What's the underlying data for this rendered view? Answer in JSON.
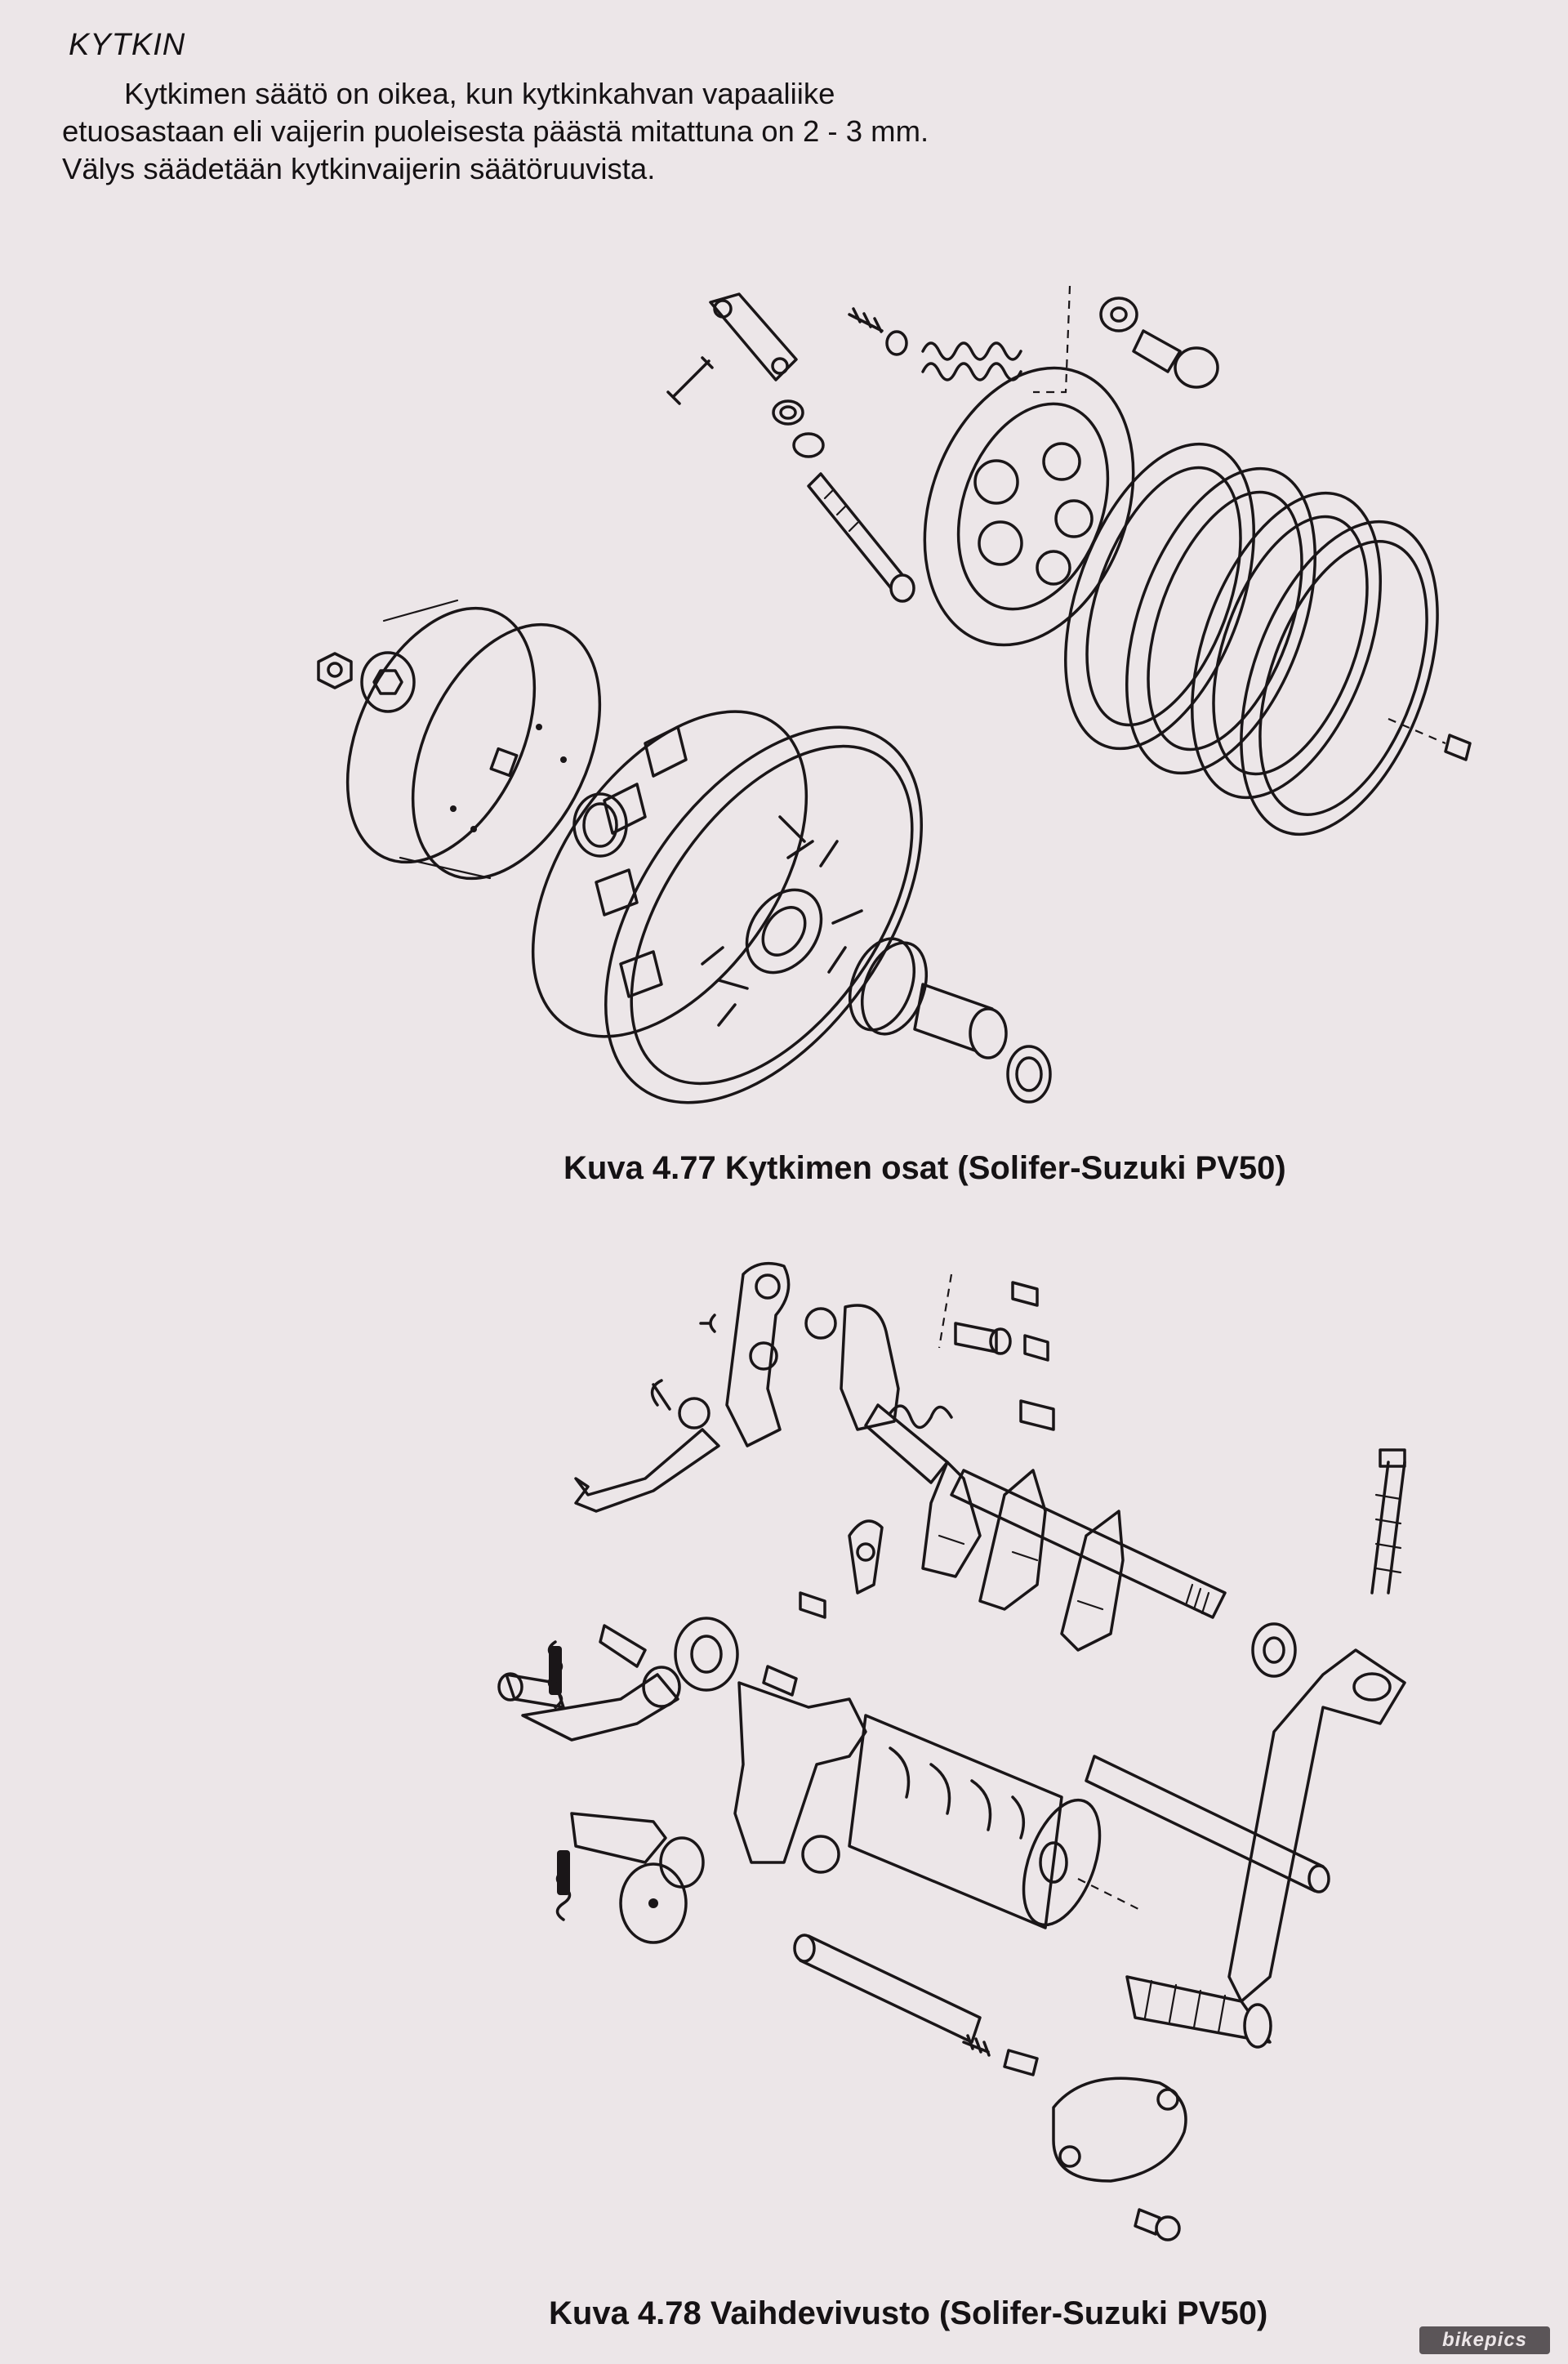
{
  "section": {
    "heading": "KYTKIN",
    "paragraph": "Kytkimen säätö on oikea, kun kytkinkahvan vapaaliike etuosastaan eli vaijerin puoleisesta päästä mitattuna on 2 - 3 mm. Välys säädetään kytkinvaijerin säätöruuvista."
  },
  "figures": [
    {
      "caption": "Kuva 4.77  Kytkimen osat (Solifer-Suzuki PV50)"
    },
    {
      "caption": "Kuva 4.78  Vaihdevivusto (Solifer-Suzuki PV50)"
    }
  ],
  "watermark": {
    "text": "bikepics"
  }
}
